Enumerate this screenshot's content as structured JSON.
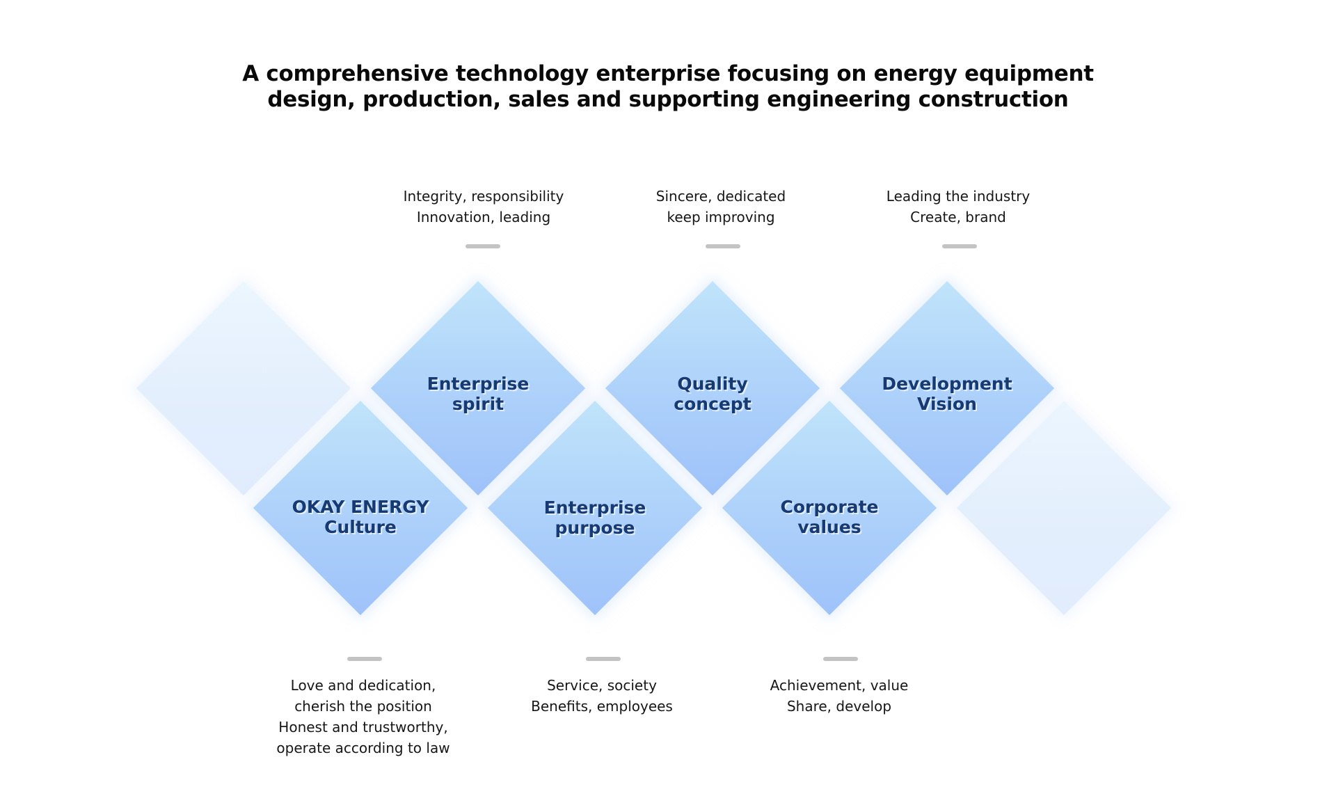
{
  "title": {
    "line1": "A comprehensive technology enterprise focusing on energy equipment",
    "line2": "design, production, sales and supporting engineering construction"
  },
  "colors": {
    "diamond_top": "#c0e4fa",
    "diamond_bottom": "#9fc2fa",
    "ghost": "#e6f0fd",
    "label_text": "#173a72",
    "dash": "#c3c3c3"
  },
  "top_items": [
    {
      "label_line1": "Enterprise",
      "label_line2": "spirit",
      "desc": [
        "Integrity, responsibility",
        "Innovation, leading"
      ]
    },
    {
      "label_line1": "Quality",
      "label_line2": "concept",
      "desc": [
        "Sincere, dedicated",
        "keep improving"
      ]
    },
    {
      "label_line1": "Development",
      "label_line2": "Vision",
      "desc": [
        "Leading the industry",
        "Create, brand"
      ]
    }
  ],
  "bottom_items": [
    {
      "label_line1": "OKAY ENERGY",
      "label_line2": "Culture",
      "desc": [
        "Love and dedication,",
        "cherish the position",
        "Honest and trustworthy,",
        "operate according to law"
      ]
    },
    {
      "label_line1": "Enterprise",
      "label_line2": "purpose",
      "desc": [
        "Service, society",
        "Benefits, employees"
      ]
    },
    {
      "label_line1": "Corporate",
      "label_line2": "values",
      "desc": [
        "Achievement, value",
        "Share, develop"
      ]
    }
  ]
}
